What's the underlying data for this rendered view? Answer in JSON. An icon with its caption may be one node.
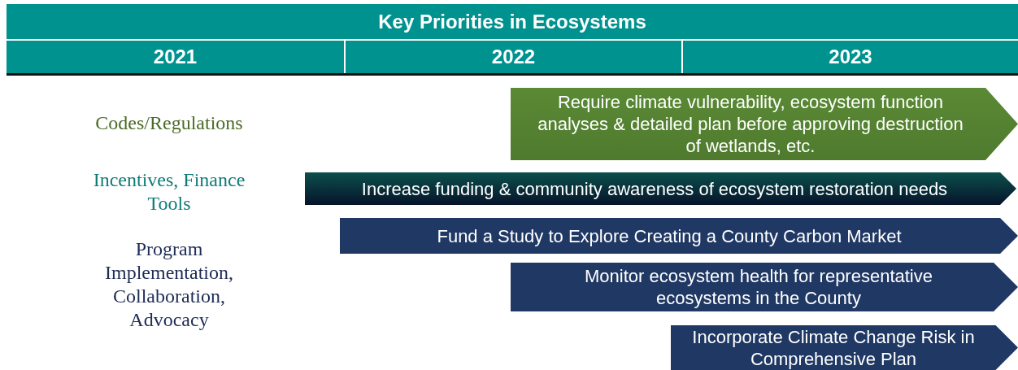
{
  "diagram": {
    "title": "Key Priorities in Ecosystems",
    "nodes": [
      {
        "text": [
          "Require climate vulnerability, ecosystem function analyses & detailed plan before approving destruction of wetlands, etc."
        ]
      },
      {
        "text": [
          "Increase funding & community awareness of ecosystem restoration needs"
        ]
      },
      {
        "text": [
          "Fund a Study to Explore Creating a County Carbon Market"
        ]
      },
      {
        "text": [
          "Monitor ecosystem health for representative ecosystems in the County"
        ]
      },
      {
        "text": [
          "Incorporate Climate Change Risk in Comprehensive Plan"
        ]
      }
    ],
    "labels": [
      "2021",
      "2022",
      "2023",
      "Codes/Regulations",
      "Incentives, Finance Tools",
      "Program Implementation, Collaboration, Advocacy"
    ]
  }
}
